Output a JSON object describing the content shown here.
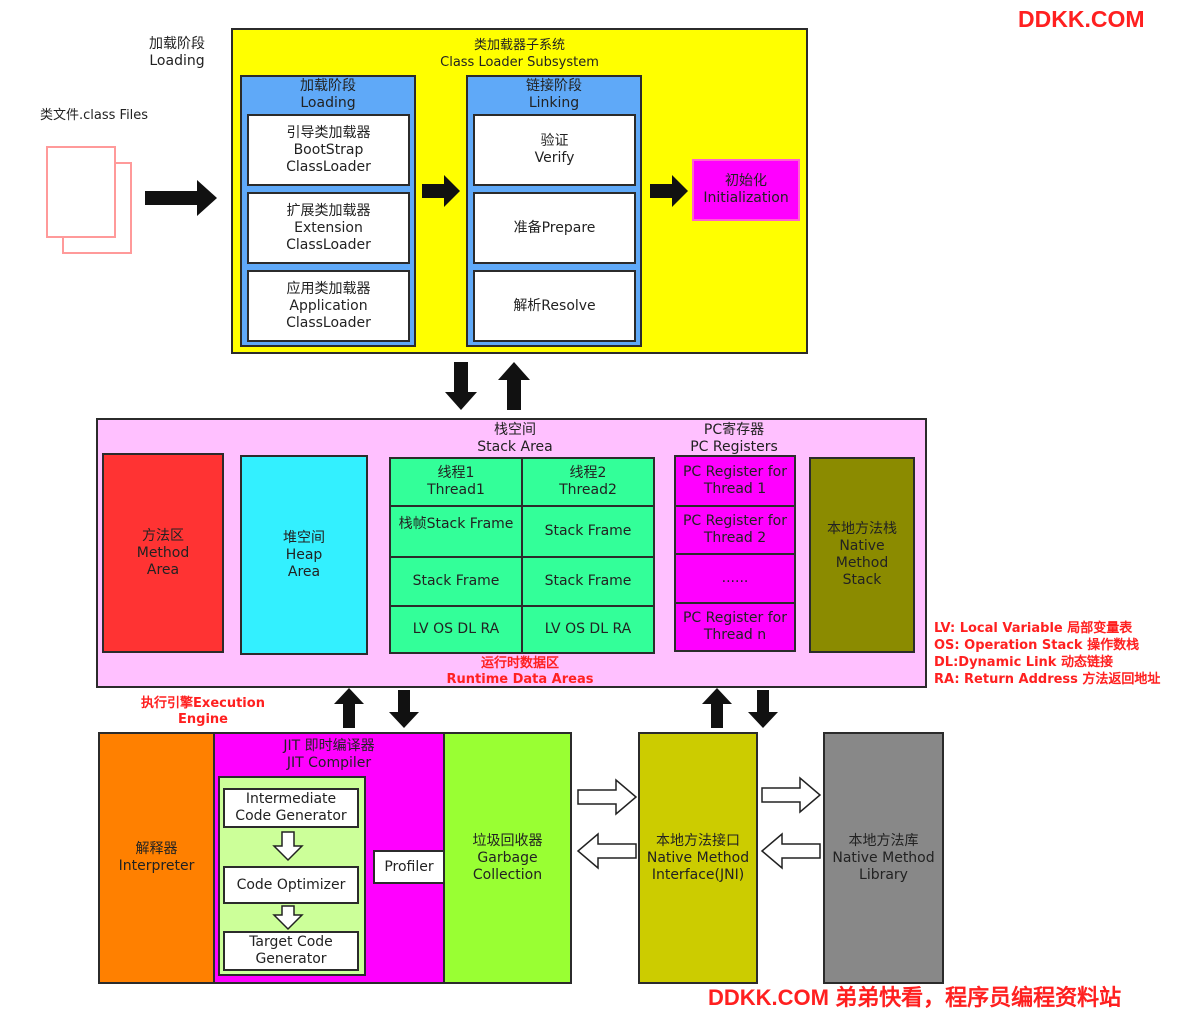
{
  "watermark": {
    "top": "DDKK.COM",
    "bottom": "DDKK.COM 弟弟快看，程序员编程资料站"
  },
  "class_files": {
    "label": "类文件.class Files"
  },
  "loading_outer": {
    "cn": "加载阶段",
    "en": "Loading"
  },
  "class_loader_subsystem": {
    "cn": "类加载器子系统",
    "en": "Class Loader Subsystem",
    "loading": {
      "cn": "加载阶段",
      "en": "Loading",
      "loaders": [
        {
          "cn": "引导类加载器",
          "en1": "BootStrap",
          "en2": "ClassLoader"
        },
        {
          "cn": "扩展类加载器",
          "en1": "Extension",
          "en2": "ClassLoader"
        },
        {
          "cn": "应用类加载器",
          "en1": "Application",
          "en2": "ClassLoader"
        }
      ]
    },
    "linking": {
      "cn": "链接阶段",
      "en": "Linking",
      "verify": {
        "cn": "验证",
        "en": "Verify"
      },
      "prepare": "准备Prepare",
      "resolve": "解析Resolve"
    },
    "initialization": {
      "cn": "初始化",
      "en": "Initialization"
    }
  },
  "runtime": {
    "cn": "运行时数据区",
    "en": "Runtime Data Areas",
    "method_area": {
      "cn": "方法区",
      "en1": "Method",
      "en2": "Area"
    },
    "heap": {
      "cn": "堆空间",
      "en1": "Heap",
      "en2": "Area"
    },
    "stack_area": {
      "cn": "栈空间",
      "en": "Stack Area",
      "thread1": {
        "cn": "线程1",
        "en": "Thread1"
      },
      "thread2": {
        "cn": "线程2",
        "en": "Thread2"
      },
      "frame1_left": "栈帧Stack Frame",
      "frame1_right": "Stack Frame",
      "frame2_left": "Stack Frame",
      "frame2_right": "Stack Frame",
      "lvos_left": "LV OS DL RA",
      "lvos_right": "LV OS DL RA"
    },
    "pc": {
      "cn": "PC寄存器",
      "en": "PC Registers",
      "items": [
        {
          "l1": "PC Register for",
          "l2": "Thread 1"
        },
        {
          "l1": "PC Register for",
          "l2": "Thread 2"
        },
        {
          "l1": "......",
          "l2": ""
        },
        {
          "l1": "PC Register for",
          "l2": "Thread n"
        }
      ]
    },
    "native_stack": {
      "cn": "本地方法栈",
      "en1": "Native",
      "en2": "Method",
      "en3": "Stack"
    }
  },
  "legend": [
    "LV: Local Variable 局部变量表",
    "OS: Operation Stack 操作数栈",
    "DL:Dynamic Link 动态链接",
    "RA: Return Address 方法返回地址"
  ],
  "execution_engine": {
    "title1": "执行引擎Execution",
    "title2": "Engine",
    "interpreter": {
      "cn": "解释器",
      "en": "Interpreter"
    },
    "jit": {
      "cn": "JIT 即时编译器",
      "en": "JIT Compiler",
      "intermediate1": "Intermediate",
      "intermediate2": "Code Generator",
      "optimizer": "Code Optimizer",
      "target1": "Target Code",
      "target2": "Generator",
      "profiler": "Profiler"
    },
    "gc": {
      "cn": "垃圾回收器",
      "en1": "Garbage",
      "en2": "Collection"
    }
  },
  "jni": {
    "cn": "本地方法接口",
    "en1": "Native Method",
    "en2": "Interface(JNI)"
  },
  "native_library": {
    "cn": "本地方法库",
    "en1": "Native Method",
    "en2": "Library"
  },
  "colors": {
    "subsystem": "#ffff00",
    "loading_panel": "#5fa9f8",
    "init": "#ff00ff",
    "runtime": "#ffc0ff",
    "method_area": "#ff3333",
    "heap": "#33f0ff",
    "stack": "#33ff99",
    "pc": "#ff00ff",
    "native_stack": "#8b8b00",
    "interpreter": "#ff8000",
    "jit": "#ff00ff",
    "jit_inner": "#ccff99",
    "gc": "#99ff33",
    "jni": "#cccc00",
    "native_library": "#888888"
  }
}
